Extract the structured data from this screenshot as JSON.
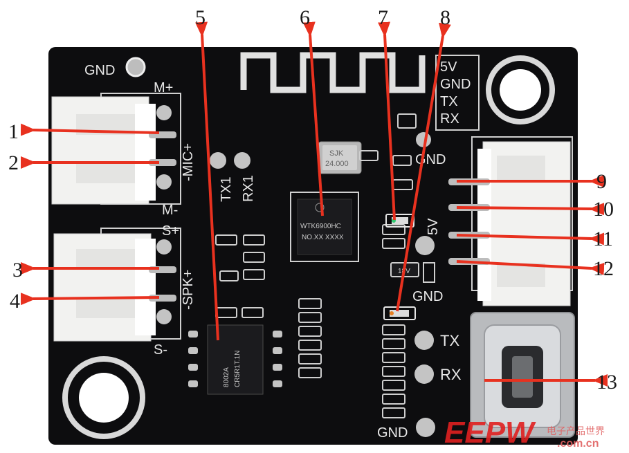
{
  "board": {
    "silk": {
      "gnd_top": "GND",
      "m_plus": "M+",
      "mic_plus": "-MIC+",
      "m_minus": "M-",
      "s_plus": "S+",
      "spk_plus": "-SPK+",
      "s_minus": "S-",
      "tx1": "TX1",
      "rx1": "RX1",
      "hdr_5v": "5V",
      "hdr_gnd": "GND",
      "hdr_tx": "TX",
      "hdr_rx": "RX",
      "gnd_mid": "GND",
      "v5_side": "5V",
      "gnd_low": "GND",
      "tx_bottom": "TX",
      "rx_bottom": "RX",
      "gnd_bottom": "GND"
    },
    "crystal": {
      "line1": "SJK",
      "line2": "24.000"
    },
    "mcu": {
      "line1": "WTK6900HC",
      "line2": "NO.XX XXXX"
    },
    "amp": {
      "line1": "8002A",
      "line2": "CR5R1T.1N"
    },
    "diode": "18V"
  },
  "callouts": [
    "1",
    "2",
    "3",
    "4",
    "5",
    "6",
    "7",
    "8",
    "9",
    "10",
    "11",
    "12",
    "13"
  ],
  "watermark": {
    "logo": "EEPW",
    "chinese": "电子产品世界",
    "url": ".com.cn"
  },
  "colors": {
    "pcb": "#0d0d0f",
    "arrow": "#e8311f",
    "connector": "#f2f2f0",
    "silk": "#e8e8e8"
  }
}
